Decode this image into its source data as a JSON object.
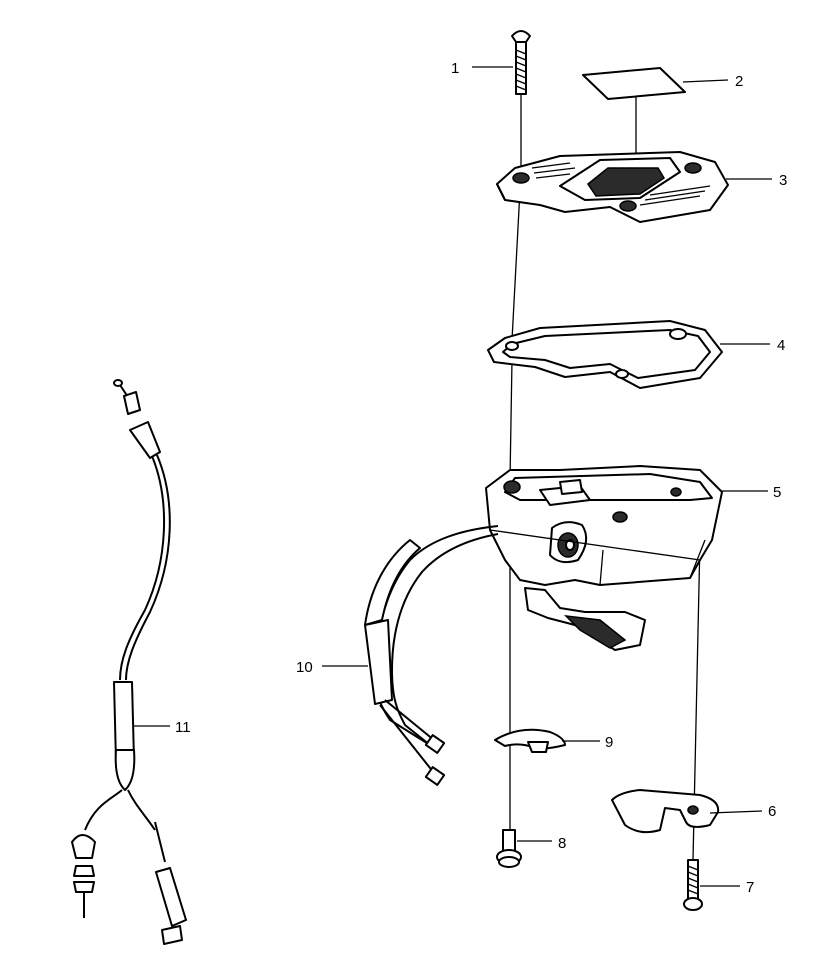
{
  "callouts": [
    {
      "id": "1",
      "label": "1"
    },
    {
      "id": "2",
      "label": "2"
    },
    {
      "id": "3",
      "label": "3"
    },
    {
      "id": "4",
      "label": "4"
    },
    {
      "id": "5",
      "label": "5"
    },
    {
      "id": "6",
      "label": "6"
    },
    {
      "id": "7",
      "label": "7"
    },
    {
      "id": "8",
      "label": "8"
    },
    {
      "id": "9",
      "label": "9"
    },
    {
      "id": "10",
      "label": "10"
    },
    {
      "id": "11",
      "label": "11"
    }
  ],
  "colors": {
    "line": "#000000",
    "background": "#ffffff",
    "shade": "#2b2b2b"
  }
}
